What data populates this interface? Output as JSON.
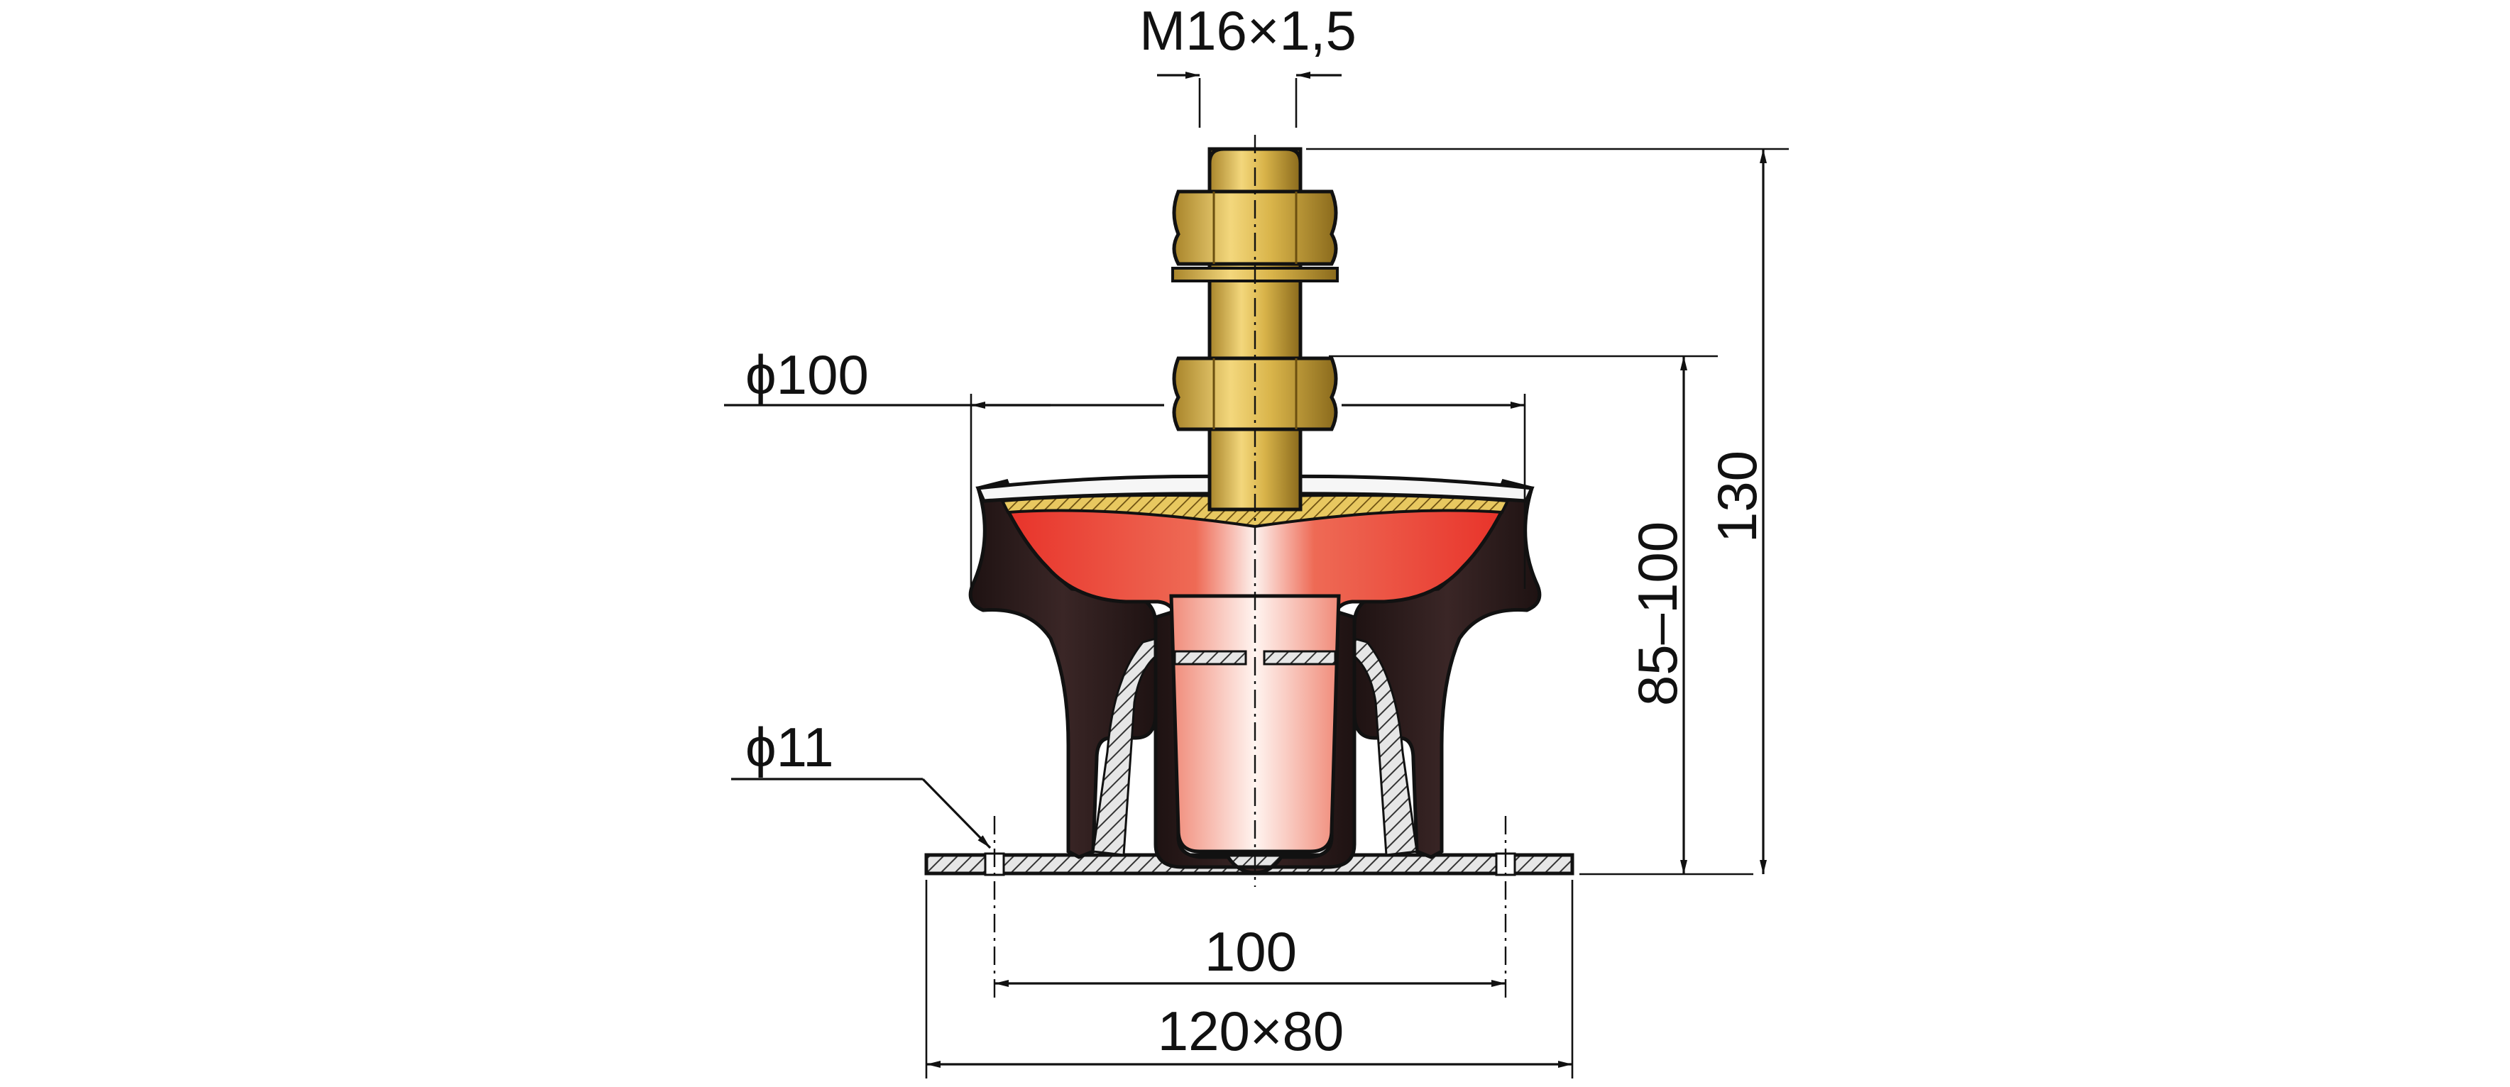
{
  "drawing": {
    "labels": {
      "thread": "M16×1,5",
      "top_diameter": "ϕ100",
      "hole_diameter": "ϕ11",
      "hole_spacing": "100",
      "base_size": "120×80",
      "height_range": "85–100",
      "total_height": "130"
    },
    "colors": {
      "rubber": "#e8332a",
      "rubber_highlight": "#fbe3dc",
      "brass": "#d9b44a",
      "brass_dark": "#8a6a1c",
      "steel": "#c8c8c8",
      "housing": "#2a1c1c",
      "line": "#111111"
    }
  }
}
